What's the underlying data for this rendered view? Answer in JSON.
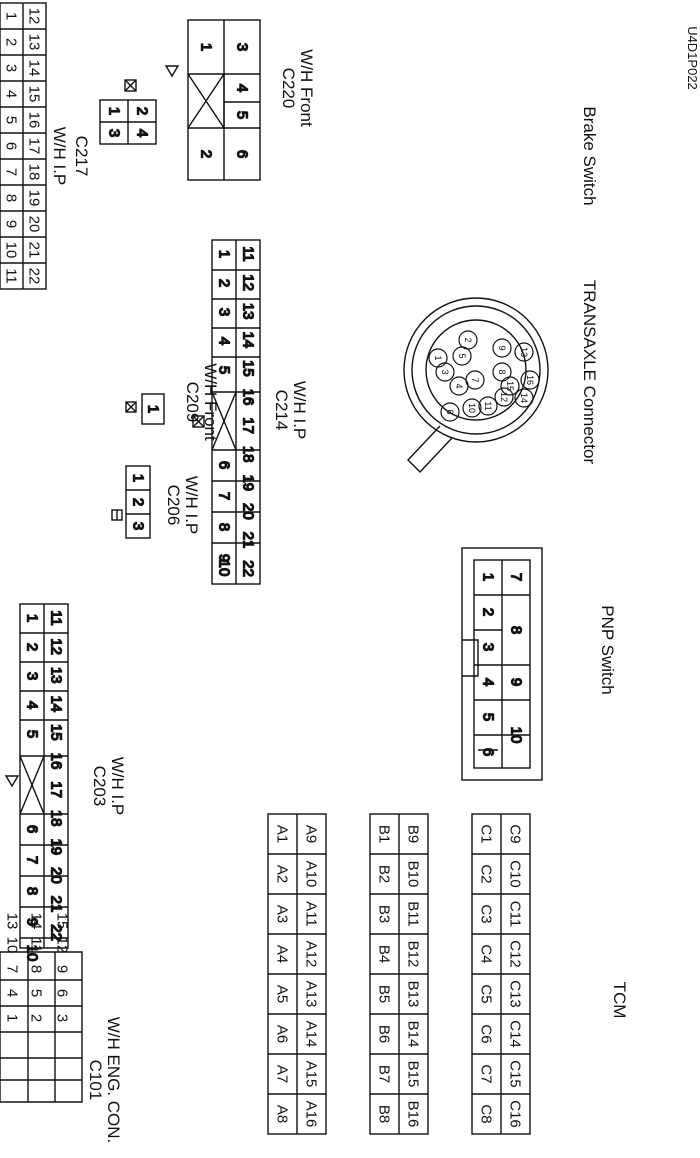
{
  "diagram": {
    "code": "U4D1P022",
    "connectors": {
      "c217": {
        "id": "C217",
        "harness": "W/H I.P",
        "pins": [
          "1",
          "2",
          "3",
          "4",
          "5",
          "6",
          "7",
          "8",
          "9",
          "10",
          "11",
          "12",
          "13",
          "14",
          "15",
          "16",
          "17",
          "18",
          "19",
          "20",
          "21",
          "22"
        ]
      },
      "c220": {
        "id": "C220",
        "harness": "W/H Front",
        "pins": [
          "1",
          "2",
          "3",
          "4",
          "5",
          "6"
        ]
      },
      "brake": {
        "label": "Brake Switch",
        "pins": [
          "1",
          "2",
          "3",
          "4"
        ]
      },
      "c209": {
        "id": "C209",
        "harness": "W/H Front",
        "pins": [
          "1"
        ]
      },
      "c214": {
        "id": "C214",
        "harness": "W/H I.P",
        "pins": [
          "1",
          "2",
          "3",
          "4",
          "5",
          "6",
          "7",
          "8",
          "9",
          "10",
          "11",
          "12",
          "13",
          "14",
          "15",
          "16",
          "17",
          "18",
          "19",
          "20",
          "21",
          "22"
        ]
      },
      "transaxle": {
        "label": "TRANSAXLE Connector",
        "pins": [
          "1",
          "2",
          "3",
          "4",
          "5",
          "6",
          "7",
          "8",
          "9",
          "10",
          "11",
          "12",
          "13",
          "14",
          "15",
          "16"
        ]
      },
      "c206": {
        "id": "C206",
        "harness": "W/H I.P",
        "pins": [
          "1",
          "2",
          "3"
        ]
      },
      "pnp": {
        "label": "PNP Switch",
        "pins": [
          "1",
          "2",
          "3",
          "4",
          "5",
          "6",
          "7",
          "8",
          "9",
          "10"
        ]
      },
      "c203": {
        "id": "C203",
        "harness": "W/H I.P",
        "pins": [
          "1",
          "2",
          "3",
          "4",
          "5",
          "6",
          "7",
          "8",
          "9",
          "10",
          "11",
          "12",
          "13",
          "14",
          "15",
          "16",
          "17",
          "18",
          "19",
          "20",
          "21",
          "22"
        ]
      },
      "c101": {
        "id": "C101",
        "harness": "W/H ENG. CON.",
        "pins": [
          "1",
          "2",
          "3",
          "4",
          "5",
          "6",
          "7",
          "8",
          "9",
          "10",
          "11",
          "12",
          "13",
          "14",
          "15"
        ]
      },
      "tcm": {
        "label": "TCM",
        "rowA": [
          "A8",
          "A7",
          "A6",
          "A5",
          "A4",
          "A3",
          "A2",
          "A1"
        ],
        "rowA2": [
          "A16",
          "A15",
          "A14",
          "A13",
          "A12",
          "A11",
          "A10",
          "A9"
        ],
        "rowB": [
          "B8",
          "B7",
          "B6",
          "B5",
          "B4",
          "B3",
          "B2",
          "B1"
        ],
        "rowB2": [
          "B16",
          "B15",
          "B14",
          "B13",
          "B12",
          "B11",
          "B10",
          "B9"
        ],
        "rowC": [
          "C8",
          "C7",
          "C6",
          "C5",
          "C4",
          "C3",
          "C2",
          "C1"
        ],
        "rowC2": [
          "C16",
          "C15",
          "C14",
          "C13",
          "C12",
          "C11",
          "C10",
          "C9"
        ]
      }
    }
  }
}
